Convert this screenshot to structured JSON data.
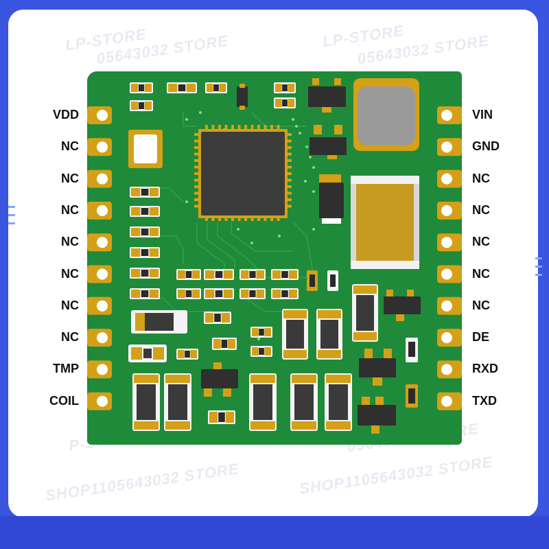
{
  "left_pins": [
    "VDD",
    "NC",
    "NC",
    "NC",
    "NC",
    "NC",
    "NC",
    "NC",
    "TMP",
    "COIL"
  ],
  "right_pins": [
    "VIN",
    "GND",
    "NC",
    "NC",
    "NC",
    "NC",
    "NC",
    "DE",
    "RXD",
    "TXD"
  ],
  "watermarks": {
    "store_name": "LP-STORE",
    "shop_id": "SHOP1105643032 STORE",
    "shop_id_partial": "05643032 STORE",
    "store_partial": "P-STORE"
  },
  "colors": {
    "background": "#3a55e0",
    "frame": "#ffffff",
    "pcb": "#1f8a3a",
    "pad_gold": "#d4a017",
    "chip": "#3c3c3c",
    "inductor": "#9a9a9a"
  }
}
